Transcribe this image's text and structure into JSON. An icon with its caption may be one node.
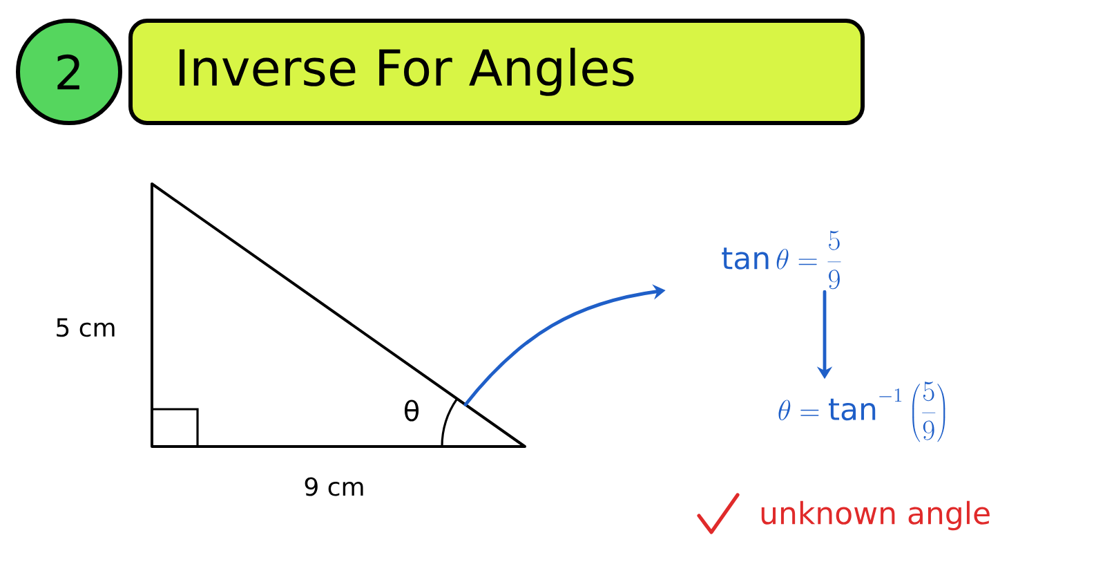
{
  "diagram": {
    "nodes": [
      {
        "text": [
          "2"
        ]
      },
      {
        "text": [
          "Inverse For Angles"
        ]
      },
      {
        "text": [
          "θ"
        ],
        "beside": [
          "5 cm",
          "9 cm"
        ]
      },
      {
        "text": [
          "\\tan \\theta = \\frac{5}{9}"
        ]
      },
      {
        "text": [
          "\\theta = \\tan^{-1}\\left(\\frac{5}{9}\\right)"
        ]
      }
    ],
    "edges": [
      {
        "from": 2,
        "to": 3,
        "arrow": "to",
        "color": "#1f5fc8"
      },
      {
        "from": 3,
        "to": 4,
        "arrow": "to",
        "color": "#1f5fc8"
      }
    ],
    "labels": [
      "unknown angle"
    ]
  }
}
